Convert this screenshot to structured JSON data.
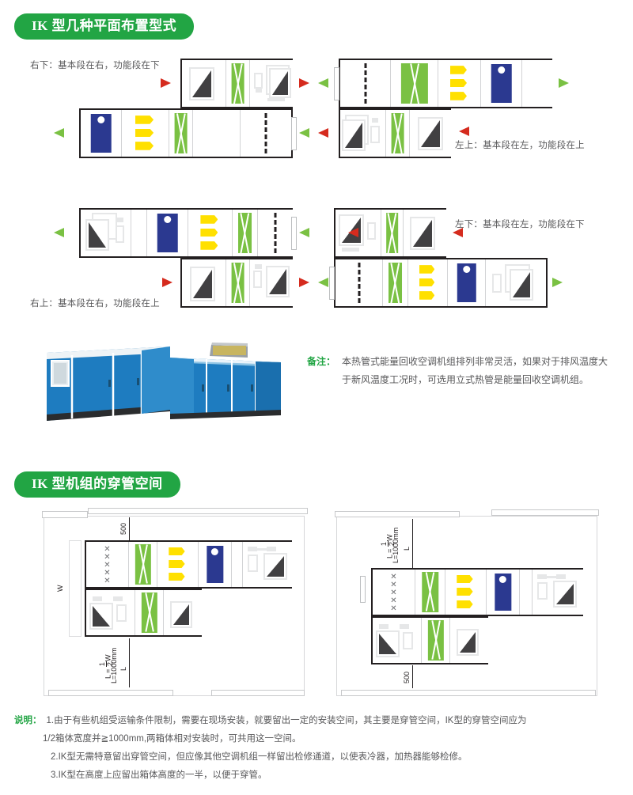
{
  "sections": [
    {
      "id": "layouts",
      "title": "IK 型几种平面布置型式"
    },
    {
      "id": "piping",
      "title": "IK 型机组的穿管空间"
    }
  ],
  "layouts": [
    {
      "key": "top-left",
      "label": "右下：基本段在右，功能段在下"
    },
    {
      "key": "top-right",
      "label": "左上：基本段在左，功能段在上"
    },
    {
      "key": "bottom-left",
      "label": "右上：基本段在右，功能段在上"
    },
    {
      "key": "bottom-right",
      "label": "左下：基本段在左，功能段在下"
    }
  ],
  "remark": {
    "label": "备注：",
    "line1": "本热管式能量回收空调机组排列非常灵活，如果对于排风温度大",
    "line2": "于新风温度工况时，可选用立式热管是能量回收空调机组。"
  },
  "piping": {
    "dim_500": "500",
    "dim_W": "W",
    "dim_L": "L",
    "formula_prefix": "L = ",
    "formula_num": "1",
    "formula_den": "2",
    "formula_suffix": "W",
    "formula_alt": "L=1000mm"
  },
  "explain": {
    "label": "说明：",
    "items": [
      {
        "num": "1.",
        "text": "由于有些机组受运输条件限制，需要在现场安装，就要留出一定的安装空间，其主要是穿管空间，IK型的穿管空间应为"
      },
      {
        "num": "",
        "text": "1/2箱体宽度并≧1000mm,两箱体相对安装时，可共用这一空间。",
        "indent": true
      },
      {
        "num": "2.",
        "text": "IK型无需特意留出穿管空间，但应像其他空调机组一样留出检修通道，以使表冷器，加热器能够检修。"
      },
      {
        "num": "3.",
        "text": "IK型在高度上应留出箱体高度的一半，以便于穿管。"
      }
    ]
  },
  "colors": {
    "brand_green": "#22a544",
    "heat_pipe_green": "#7ac143",
    "filter_yellow": "#ffe000",
    "coil_blue": "#2b3990",
    "arrow_red": "#d52b1e",
    "arrow_green": "#7ac143",
    "outline": "#231f20",
    "text": "#58585a",
    "photo_blue": "#1e7cc0",
    "photo_blue_dark": "#15608f",
    "photo_white": "#f2f4f5"
  },
  "icons": {
    "heat_pipe": "heat-pipe-icon",
    "bag_filter": "bag-filter-icon",
    "coil": "cooling-coil-icon",
    "panel_filter": "panel-filter-icon",
    "prefilter": "prefilter-icon",
    "fan": "fan-section-icon",
    "louver": "access-door-icon",
    "arrow_right": "airflow-arrow-right-icon",
    "arrow_left": "airflow-arrow-left-icon"
  }
}
